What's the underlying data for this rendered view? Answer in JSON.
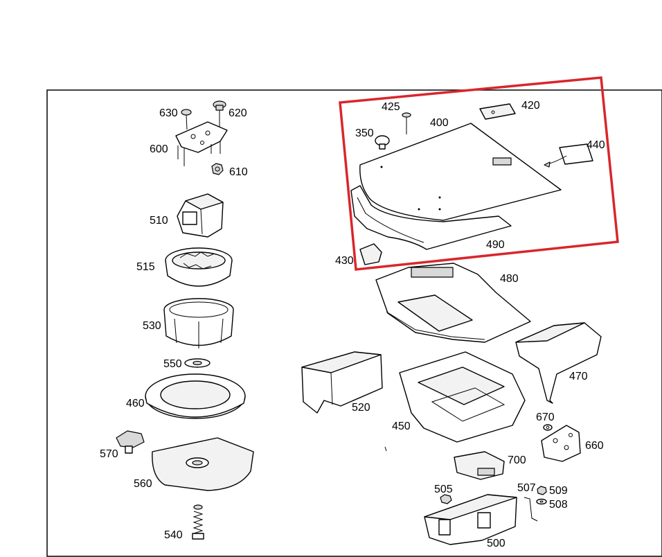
{
  "diagram": {
    "frame_color": "#000000",
    "highlight_color": "#d8262c",
    "labels": {
      "p630": "630",
      "p620": "620",
      "p600": "600",
      "p610": "610",
      "p510": "510",
      "p515": "515",
      "p530": "530",
      "p550": "550",
      "p460": "460",
      "p570": "570",
      "p560": "560",
      "p540": "540",
      "p425": "425",
      "p420": "420",
      "p400": "400",
      "p350": "350",
      "p440": "440",
      "p490": "490",
      "p430": "430",
      "p480": "480",
      "p520": "520",
      "p470": "470",
      "p450": "450",
      "p670": "670",
      "p660": "660",
      "p700": "700",
      "p505": "505",
      "p507": "507",
      "p509": "509",
      "p508": "508",
      "p500": "500"
    }
  }
}
